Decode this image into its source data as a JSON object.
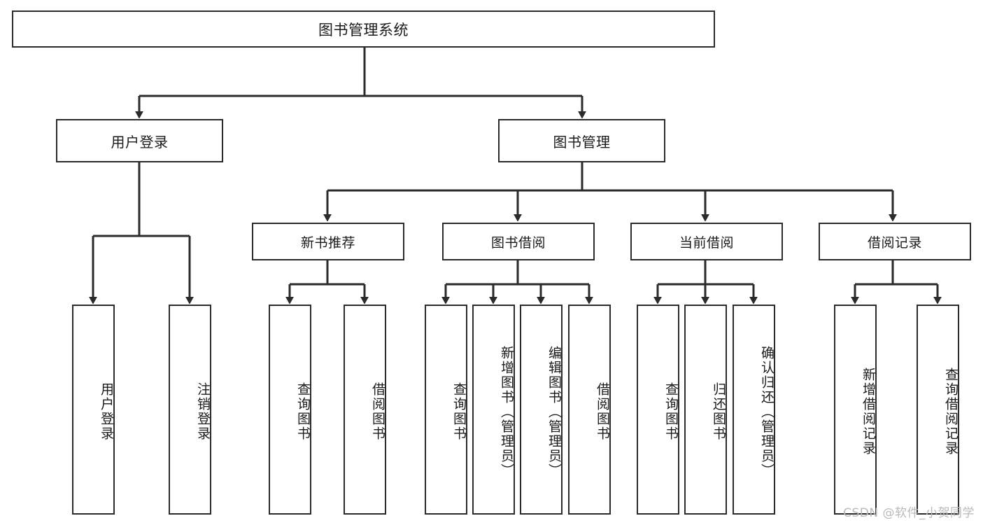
{
  "diagram": {
    "title": "图书管理系统",
    "type": "tree",
    "watermark": "CSDN @软件_小贺同学",
    "colors": {
      "stroke": "#2b2b2b",
      "fill": "#ffffff",
      "text": "#1a1a1a",
      "watermark": "#b9b9b9"
    },
    "root": {
      "label": "图书管理系统"
    },
    "level1": [
      {
        "id": "user-login",
        "label": "用户登录"
      },
      {
        "id": "book-manage",
        "label": "图书管理"
      }
    ],
    "level2": [
      {
        "id": "new-book-recommend",
        "label": "新书推荐",
        "parent": "book-manage"
      },
      {
        "id": "book-borrow",
        "label": "图书借阅",
        "parent": "book-manage"
      },
      {
        "id": "current-borrow",
        "label": "当前借阅",
        "parent": "book-manage"
      },
      {
        "id": "borrow-record",
        "label": "借阅记录",
        "parent": "book-manage"
      }
    ],
    "leaves": {
      "user-login": [
        {
          "id": "leaf-user-login",
          "label": "用户登录"
        },
        {
          "id": "leaf-user-logout",
          "label": "注销登录"
        }
      ],
      "new-book-recommend": [
        {
          "id": "leaf-query-book-1",
          "label": "查询图书"
        },
        {
          "id": "leaf-borrow-book-1",
          "label": "借阅图书"
        }
      ],
      "book-borrow": [
        {
          "id": "leaf-query-book-2",
          "label": "查询图书"
        },
        {
          "id": "leaf-add-book",
          "label": "新增图书（管理员）"
        },
        {
          "id": "leaf-edit-book",
          "label": "编辑图书（管理员）"
        },
        {
          "id": "leaf-borrow-book-2",
          "label": "借阅图书"
        }
      ],
      "current-borrow": [
        {
          "id": "leaf-query-book-3",
          "label": "查询图书"
        },
        {
          "id": "leaf-return-book",
          "label": "归还图书"
        },
        {
          "id": "leaf-confirm-return",
          "label": "确认归还（管理员）"
        }
      ],
      "borrow-record": [
        {
          "id": "leaf-add-record",
          "label": "新增借阅记录"
        },
        {
          "id": "leaf-query-record",
          "label": "查询借阅记录"
        }
      ]
    }
  }
}
